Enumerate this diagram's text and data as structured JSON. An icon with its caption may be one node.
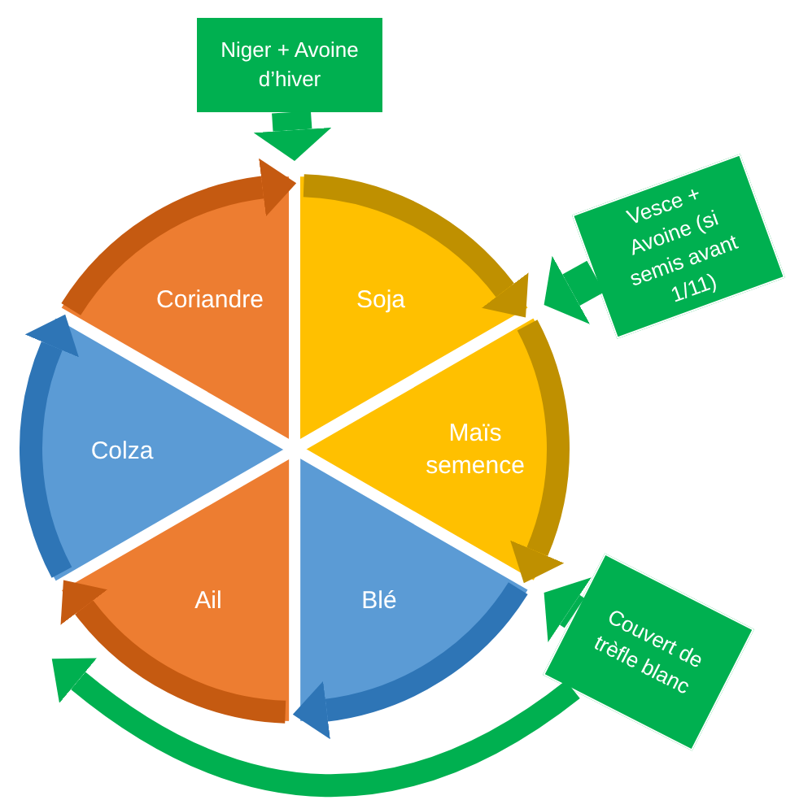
{
  "diagram": {
    "nodes": [
      {
        "text": [
          "Coriandre"
        ]
      },
      {
        "text": [
          "Soja"
        ]
      },
      {
        "text": [
          "Maïs semence"
        ]
      },
      {
        "text": [
          "Blé"
        ]
      },
      {
        "text": [
          "Ail"
        ]
      },
      {
        "text": [
          "Colza"
        ]
      },
      {
        "text": [
          "Niger + Avoine d’hiver"
        ]
      },
      {
        "text": [
          "Vesce + Avoine (si semis avant 1/11)"
        ]
      },
      {
        "text": [
          "Couvert de trèfle blanc"
        ]
      }
    ],
    "edges": [
      {
        "from": 0,
        "to": 1,
        "arrow": "to",
        "color": "#c55a11"
      },
      {
        "from": 1,
        "to": 2,
        "arrow": "to",
        "color": "#bf9000"
      },
      {
        "from": 2,
        "to": 3,
        "arrow": "to",
        "color": "#bf9000"
      },
      {
        "from": 3,
        "to": 4,
        "arrow": "to",
        "color": "#2e75b6"
      },
      {
        "from": 4,
        "to": 5,
        "arrow": "to",
        "color": "#c55a11"
      },
      {
        "from": 5,
        "to": 0,
        "arrow": "to",
        "color": "#2e75b6"
      },
      {
        "from": 6,
        "to": 1,
        "arrow": "to",
        "color": "#00b050"
      },
      {
        "from": 7,
        "to": 2,
        "arrow": "to",
        "color": "#00b050"
      },
      {
        "from": 8,
        "to": 3,
        "arrow": "to",
        "color": "#00b050"
      },
      {
        "from": 8,
        "to": 4,
        "arrow": "to",
        "color": "#00b050"
      }
    ]
  }
}
